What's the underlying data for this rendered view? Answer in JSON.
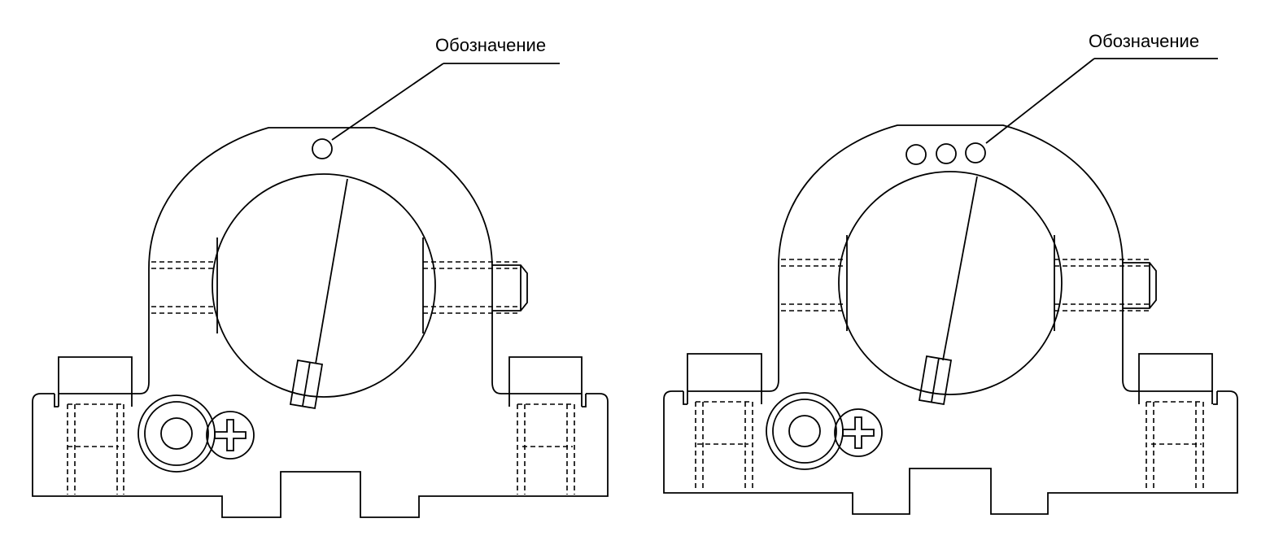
{
  "figures": [
    {
      "id": "left",
      "marking_label": "Обозначение",
      "marking_dots": 1
    },
    {
      "id": "right",
      "marking_label": "Обозначение",
      "marking_dots": 3
    }
  ]
}
